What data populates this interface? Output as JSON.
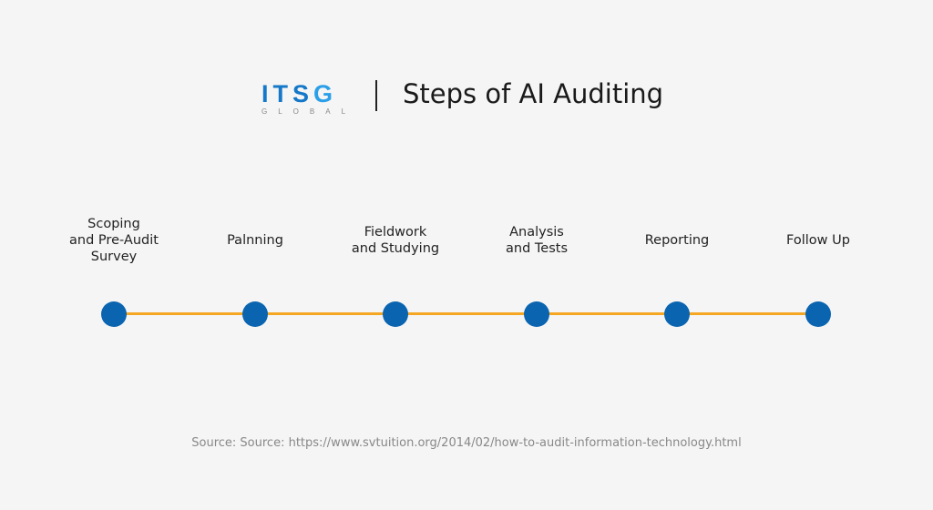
{
  "header": {
    "logo_main": "ITS",
    "logo_g": "G",
    "logo_sub": "GLOBAL",
    "title": "Steps of AI Auditing"
  },
  "steps": [
    {
      "label": "Scoping\nand Pre-Audit\nSurvey"
    },
    {
      "label": "Palnning"
    },
    {
      "label": "Fieldwork\nand Studying"
    },
    {
      "label": "Analysis\nand Tests"
    },
    {
      "label": "Reporting"
    },
    {
      "label": "Follow Up"
    }
  ],
  "colors": {
    "dot": "#0a64b0",
    "line": "#f5a623"
  },
  "source": "Source: Source: https://www.svtuition.org/2014/02/how-to-audit-information-technology.html"
}
